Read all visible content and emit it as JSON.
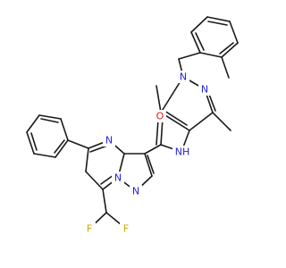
{
  "colors": {
    "nitrogen": "#2323d8",
    "oxygen": "#e01a1a",
    "fluorine": "#c8a800",
    "bond": "#1a1a1a",
    "background": "#ffffff"
  },
  "atoms": {
    "a1": "N",
    "a2": "N",
    "a3": "NH",
    "a4": "O",
    "a5": "N",
    "a6": "N",
    "a7": "N",
    "a8": "F",
    "a9": "F"
  }
}
